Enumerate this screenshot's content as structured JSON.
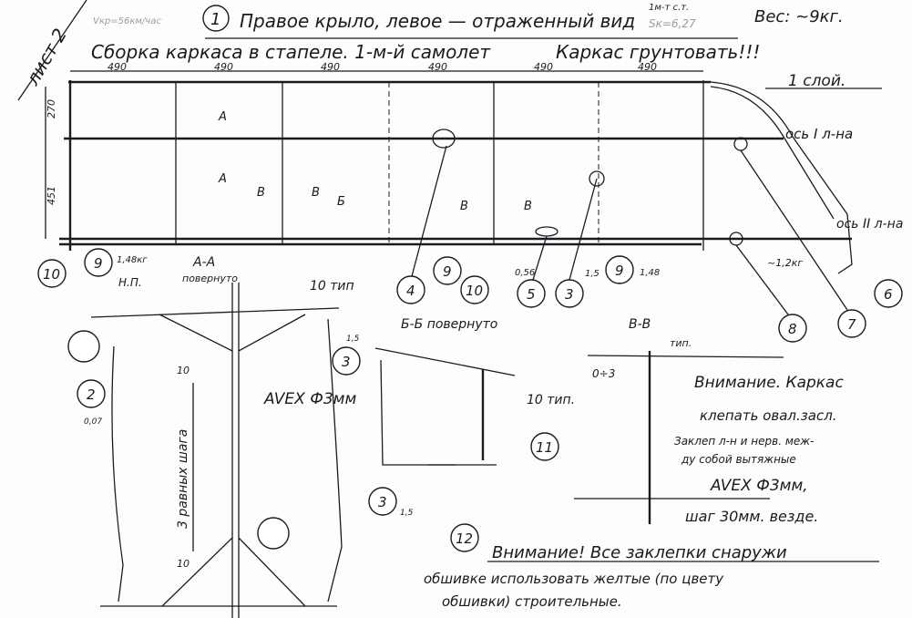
{
  "sheet": {
    "label": "лист 2",
    "speed_note": "Vкр=56км/час"
  },
  "header": {
    "callout": "1",
    "title": "Правое крыло, левое — отраженный вид",
    "weight": "Вес: ~9кг.",
    "material_note": "1м-т с.т.",
    "area_note": "Sк=6,27",
    "subtitle": "Сборка каркаса в стапеле. 1-м-й самолет",
    "primer_note": "Каркас грунтовать!!!",
    "layer_note": "1 слой."
  },
  "plan": {
    "bay_dims": [
      "490",
      "490",
      "490",
      "490",
      "490",
      "490"
    ],
    "height_dims": [
      "270",
      "451"
    ],
    "spar1_label": "ось I л-на",
    "spar2_label": "ось II л-на",
    "tip_weight": "~1,2кг",
    "rib_weights": [
      "1,48кг",
      "0,56",
      "1,48"
    ],
    "thickness_note": "1,5",
    "section_marks": [
      "A",
      "A",
      "B",
      "B",
      "Б",
      "B",
      "B"
    ],
    "callouts": [
      "10",
      "9",
      "9",
      "10",
      "9",
      "4",
      "5",
      "3",
      "8",
      "7",
      "6"
    ]
  },
  "section_aa": {
    "title": "A-A",
    "subtitle": "повернуто",
    "np_label": "Н.П.",
    "pitch_note": "10 тип",
    "callouts": [
      "2",
      "3"
    ],
    "thickness": "1,5",
    "small_weight": "0,07",
    "dims": [
      "10",
      "10"
    ],
    "pitch_label": "3 равных шага",
    "rivet_note": "AVEX Ф3мм"
  },
  "section_bb": {
    "title": "Б-Б повернуто",
    "pitch_note": "10 тип.",
    "callouts": [
      "11",
      "3",
      "12"
    ],
    "thickness": "1,5"
  },
  "section_vv": {
    "title": "В-В",
    "typ_note": "тип.",
    "gap_note": "0÷3"
  },
  "notes": {
    "n1": [
      "Внимание. Каркас",
      "клепать овал.засл.",
      "Заклеп л-н и нерв. меж-",
      "ду собой вытяжные",
      "AVEX Ф3мм,",
      "шаг 30мм. везде."
    ],
    "n2": [
      "Внимание! Все заклепки снаружи",
      "обшивке использовать желтые (по цвету",
      "обшивки) строительные."
    ]
  }
}
